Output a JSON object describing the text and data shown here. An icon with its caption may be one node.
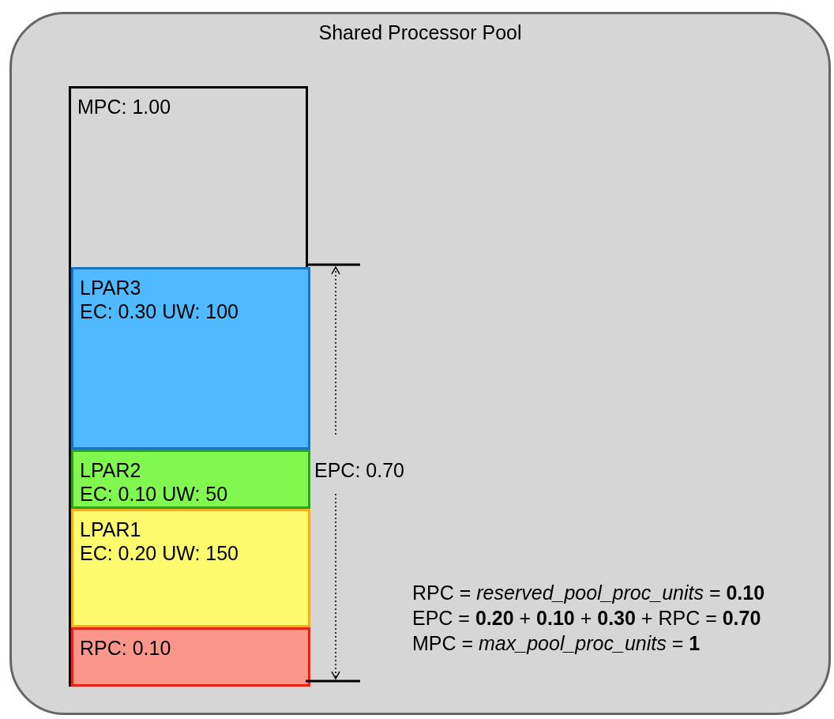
{
  "diagram": {
    "nodes": [
      {
        "text": [
          "Shared Processor Pool"
        ]
      },
      {
        "text": [
          "MPC: 1.00"
        ],
        "in": 0
      },
      {
        "text": [
          "LPAR3",
          "EC: 0.30 UW: 100"
        ],
        "in": 1
      },
      {
        "text": [
          "LPAR2",
          "EC: 0.10 UW: 50"
        ],
        "in": 1
      },
      {
        "text": [
          "LPAR1",
          "EC: 0.20 UW: 150"
        ],
        "in": 1
      },
      {
        "text": [
          "RPC: 0.10"
        ],
        "in": 1
      }
    ],
    "edges": [],
    "labels": [
      "EPC: 0.70",
      "RPC = *reserved_pool_proc_units* = **0.10**",
      "EPC = **0.20** + **0.10** + **0.30** + RPC = **0.70**",
      "MPC = *max_pool_proc_units* = **1**"
    ]
  }
}
